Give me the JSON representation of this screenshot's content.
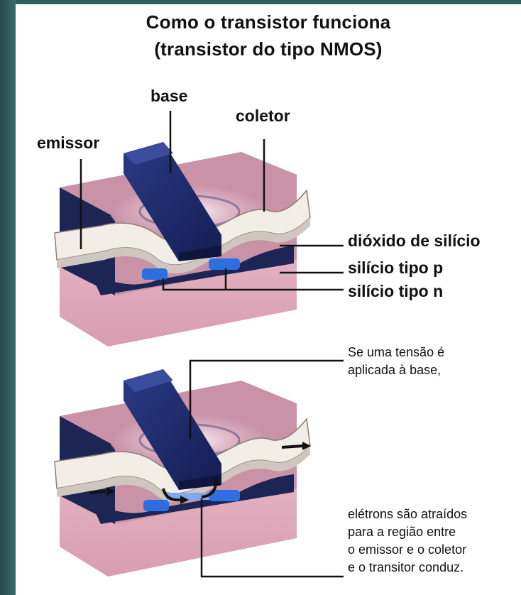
{
  "title": {
    "line1": "Como o transistor funciona",
    "line2": "(transistor do tipo NMOS)"
  },
  "labels": {
    "base": "base",
    "coletor": "coletor",
    "emissor": "emissor",
    "dioxido": "dióxido de silício",
    "silicio_p": "silício tipo p",
    "silicio_n": "silício tipo n"
  },
  "captions": {
    "voltage": [
      "Se uma tensão é",
      "aplicada à base,"
    ],
    "electrons": [
      "elétrons são atraídos",
      "para a região entre",
      "o emissor e o coletor",
      "e o transitor conduz."
    ]
  },
  "colors": {
    "background": "#2f5f5d",
    "gate": "#1c2a6b",
    "substrate": "#dba3b5",
    "oxide": "#f2ece6",
    "n_region": "#2d6fe0"
  }
}
